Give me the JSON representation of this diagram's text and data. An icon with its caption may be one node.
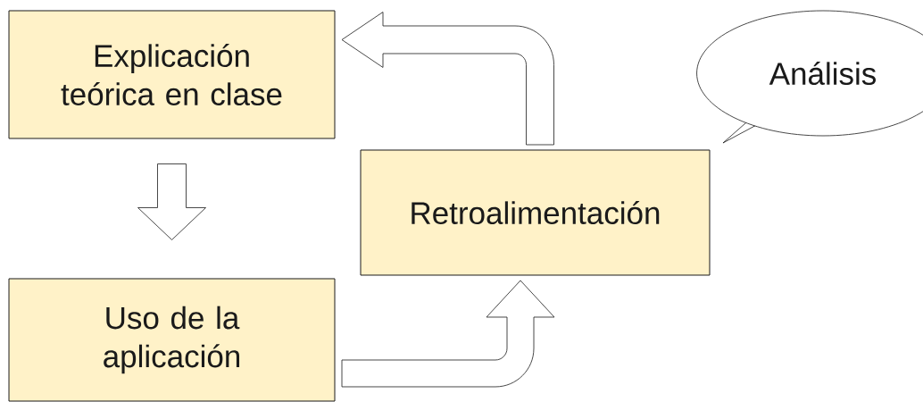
{
  "diagram": {
    "nodes": [
      {
        "text": [
          "Explicación teórica en clase"
        ]
      },
      {
        "text": [
          "Uso de la aplicación"
        ]
      },
      {
        "text": [
          "Retroalimentación"
        ]
      },
      {
        "text": [
          "Análisis"
        ]
      }
    ],
    "edges": [
      {
        "from": 0,
        "to": 1,
        "arrow": "to"
      },
      {
        "from": 1,
        "to": 2,
        "arrow": "to"
      },
      {
        "from": 2,
        "to": 0,
        "arrow": "to"
      }
    ]
  }
}
